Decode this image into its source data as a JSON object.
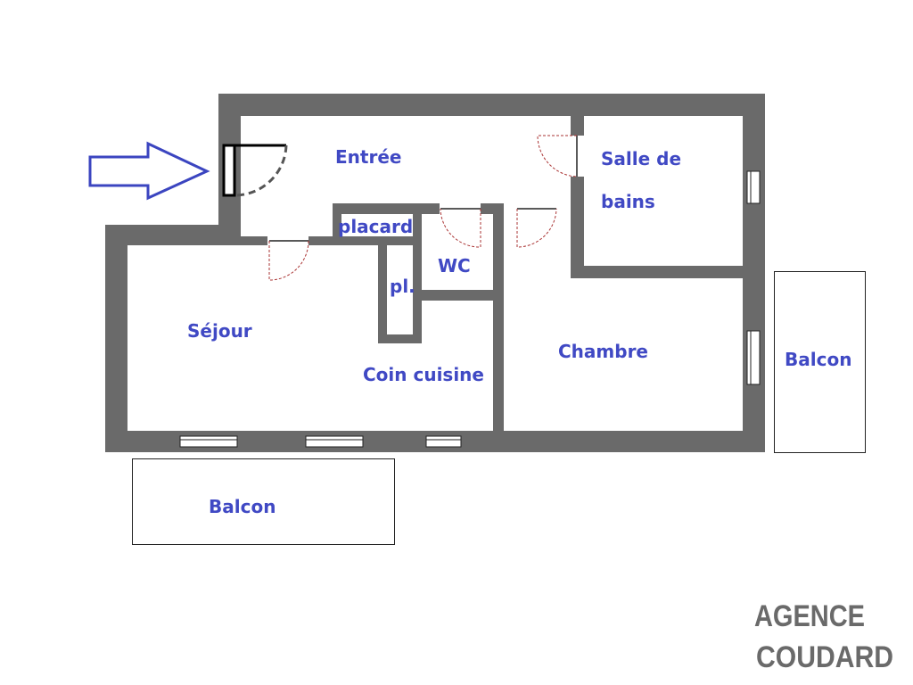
{
  "rooms": {
    "entree": "Entrée",
    "salle_de_bains_line1": "Salle de",
    "salle_de_bains_line2": "bains",
    "placard": "placard",
    "wc": "WC",
    "pl": "pl.",
    "sejour": "Séjour",
    "coin_cuisine": "Coin cuisine",
    "chambre": "Chambre",
    "balcon_right": "Balcon",
    "balcon_bottom": "Balcon"
  },
  "logo": {
    "line1": "AGENCE",
    "line2": "COUDARD"
  },
  "colors": {
    "wall": "#6a6a6a",
    "label": "#4049c4",
    "door": "#aa3333",
    "arrow": "#3b45c0"
  }
}
